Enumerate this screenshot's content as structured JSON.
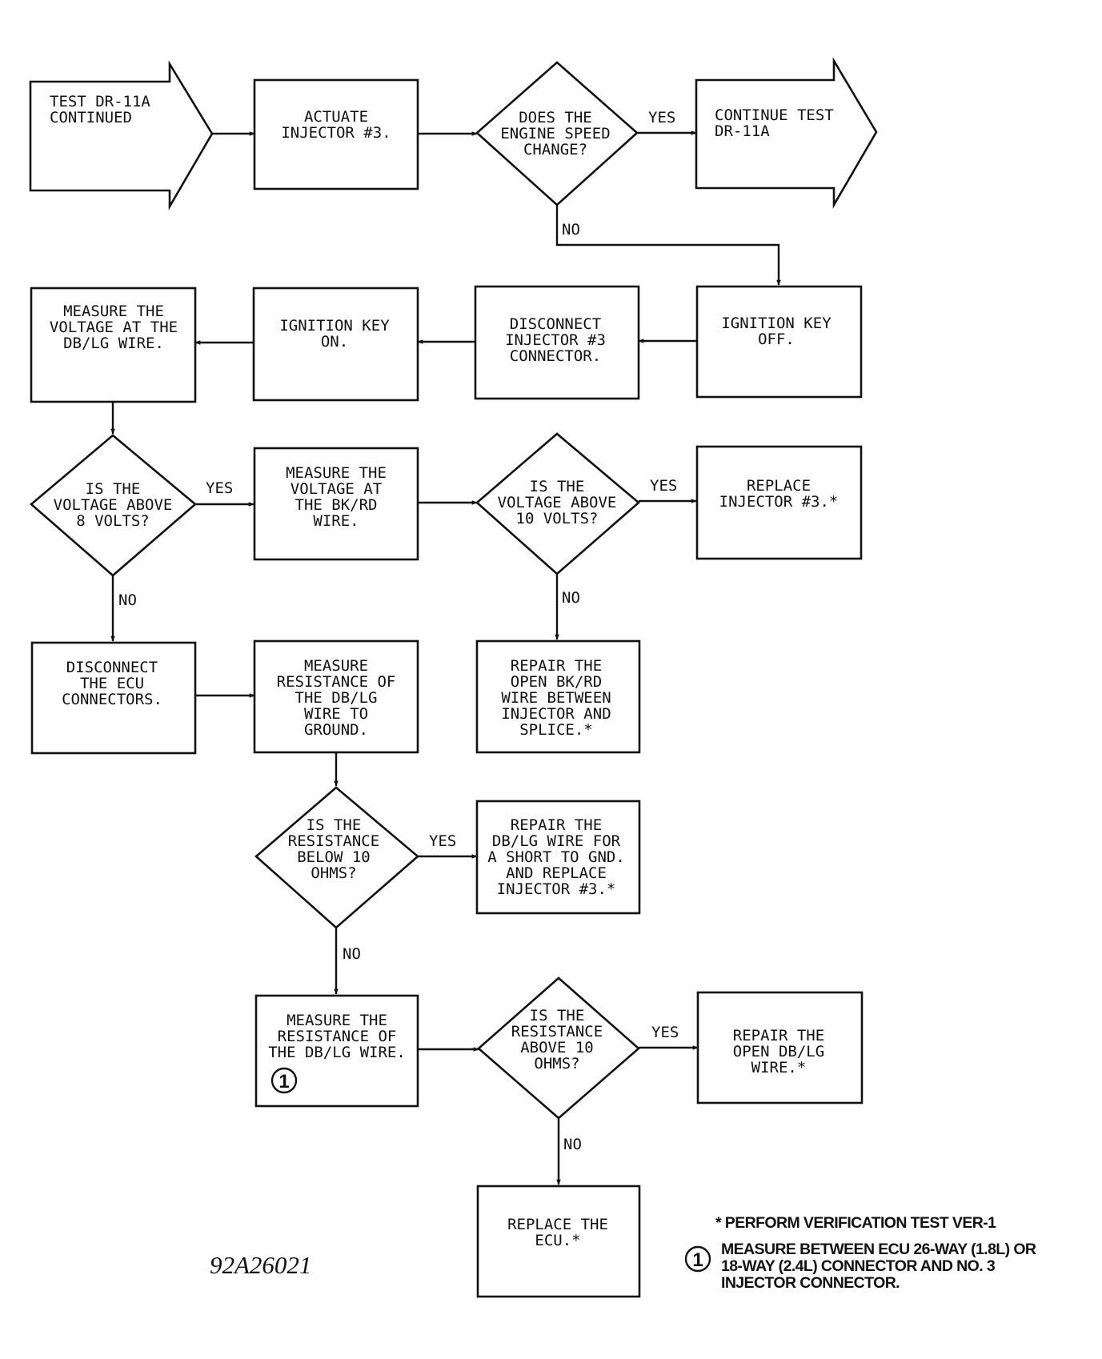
{
  "nodes": {
    "start": [
      "TEST DR-11A",
      "CONTINUED"
    ],
    "actuate": [
      "ACTUATE",
      "INJECTOR #3."
    ],
    "speed_q": [
      "DOES THE",
      "ENGINE SPEED",
      "CHANGE?"
    ],
    "continue": [
      "CONTINUE TEST",
      "DR-11A"
    ],
    "key_off": [
      "IGNITION KEY",
      "OFF."
    ],
    "disconnect_inj": [
      "DISCONNECT",
      "INJECTOR #3",
      "CONNECTOR."
    ],
    "key_on": [
      "IGNITION KEY",
      "ON."
    ],
    "measure_dblg": [
      "MEASURE THE",
      "VOLTAGE AT THE",
      "DB/LG WIRE."
    ],
    "volt8_q": [
      "IS THE",
      "VOLTAGE ABOVE",
      "8 VOLTS?"
    ],
    "measure_bkrd": [
      "MEASURE THE",
      "VOLTAGE AT",
      "THE BK/RD",
      "WIRE."
    ],
    "volt10_q": [
      "IS THE",
      "VOLTAGE ABOVE",
      "10 VOLTS?"
    ],
    "replace_inj": [
      "REPLACE",
      "INJECTOR #3.*"
    ],
    "disconnect_ecu": [
      "DISCONNECT",
      "THE ECU",
      "CONNECTORS."
    ],
    "measure_res_gnd": [
      "MEASURE",
      "RESISTANCE OF",
      "THE DB/LG",
      "WIRE TO",
      "GROUND."
    ],
    "repair_bkrd": [
      "REPAIR THE",
      "OPEN BK/RD",
      "WIRE BETWEEN",
      "INJECTOR AND",
      "SPLICE.*"
    ],
    "res_below_q": [
      "IS THE",
      "RESISTANCE",
      "BELOW 10",
      "OHMS?"
    ],
    "repair_short": [
      "REPAIR THE",
      "DB/LG WIRE FOR",
      "A SHORT TO GND.",
      "AND REPLACE",
      "INJECTOR #3.*"
    ],
    "measure_res_wire": [
      "MEASURE THE",
      "RESISTANCE OF",
      "THE DB/LG WIRE."
    ],
    "res_above_q": [
      "IS THE",
      "RESISTANCE",
      "ABOVE 10",
      "OHMS?"
    ],
    "repair_open": [
      "REPAIR THE",
      "OPEN DB/LG",
      "WIRE.*"
    ],
    "replace_ecu": [
      "REPLACE THE",
      "ECU.*"
    ]
  },
  "edge_labels": {
    "yes": "YES",
    "no": "NO"
  },
  "callout_number": "1",
  "notes": {
    "verification": "* PERFORM VERIFICATION TEST VER-1",
    "measure_lines": [
      "MEASURE BETWEEN ECU 26-WAY (1.8L) OR",
      "18-WAY (2.4L) CONNECTOR AND NO. 3",
      "INJECTOR CONNECTOR."
    ]
  },
  "figure_id": "92A26021"
}
